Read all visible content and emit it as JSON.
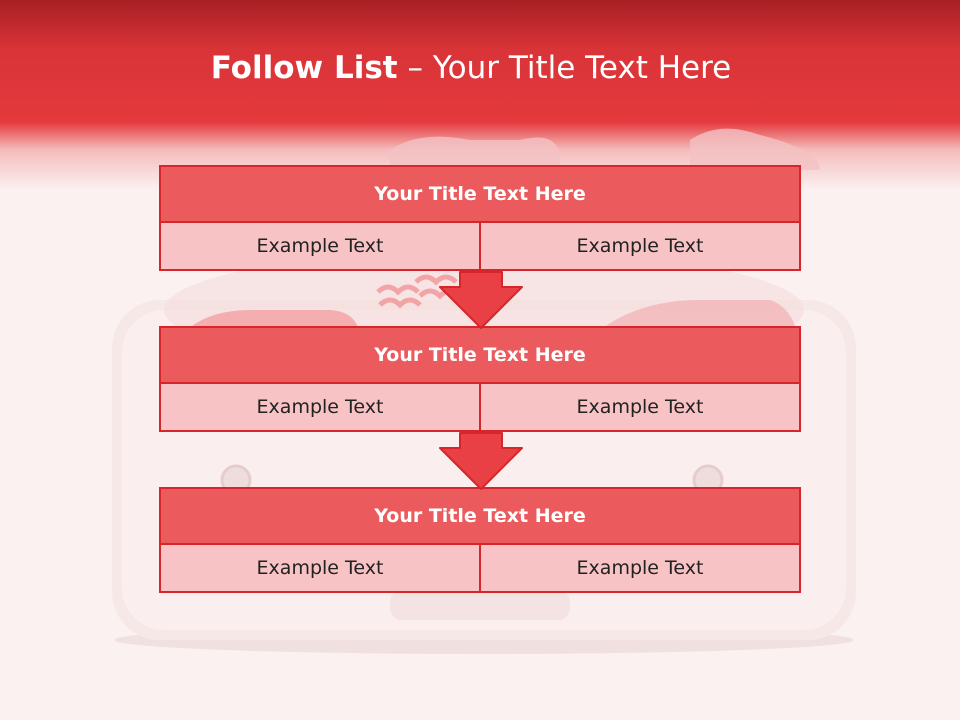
{
  "slide": {
    "title_strong": "Follow List",
    "title_rest": " – Your Title Text Here"
  },
  "blocks": [
    {
      "title": "Your Title Text Here",
      "cells": [
        "Example Text",
        "Example Text"
      ]
    },
    {
      "title": "Your Title Text Here",
      "cells": [
        "Example Text",
        "Example Text"
      ]
    },
    {
      "title": "Your Title Text Here",
      "cells": [
        "Example Text",
        "Example Text"
      ]
    }
  ],
  "colors": {
    "header_dark": "#a71f24",
    "header": "#e4393d",
    "block_title": "#eb5b5e",
    "block_body": "#f7c3c4",
    "border": "#d7262b",
    "arrow": "#e84044"
  }
}
